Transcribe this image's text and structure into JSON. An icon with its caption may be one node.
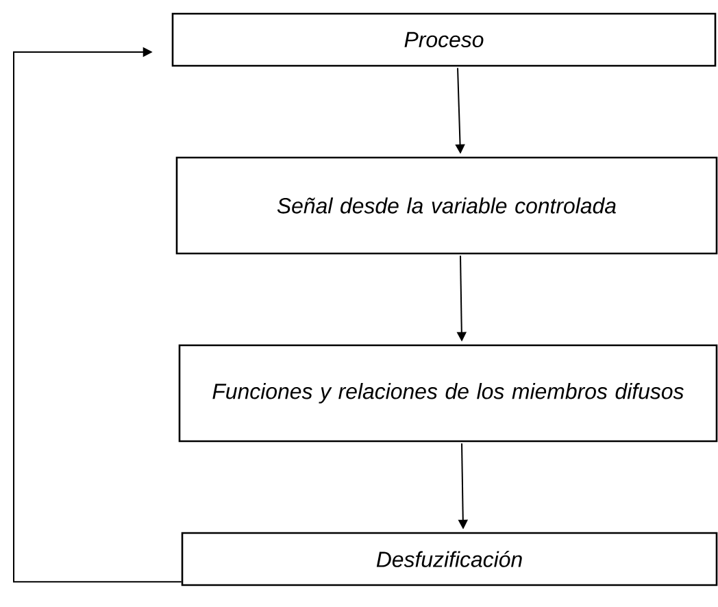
{
  "diagram": {
    "nodes": [
      {
        "text": [
          "Proceso"
        ]
      },
      {
        "text": [
          "Señal desde la variable controlada"
        ]
      },
      {
        "text": [
          "Funciones y relaciones de los miembros difusos"
        ]
      },
      {
        "text": [
          "Desfuzificación"
        ]
      }
    ],
    "edges": [
      {
        "from": 0,
        "to": 1,
        "arrow": "to"
      },
      {
        "from": 1,
        "to": 2,
        "arrow": "to"
      },
      {
        "from": 2,
        "to": 3,
        "arrow": "to"
      },
      {
        "from": 3,
        "to": 0,
        "arrow": "to"
      }
    ]
  }
}
